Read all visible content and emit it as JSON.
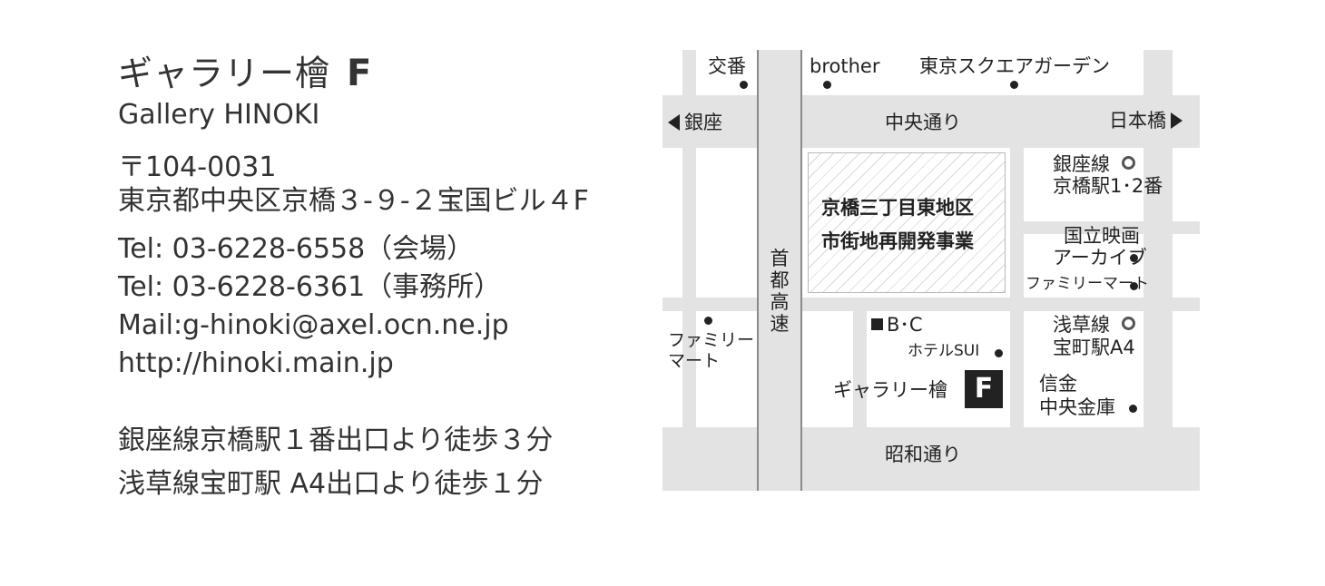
{
  "gallery": {
    "name_jp": "ギャラリー檜",
    "floor": "F",
    "name_en": "Gallery HINOKI"
  },
  "address": {
    "postal": "〒104-0031",
    "line": "東京都中央区京橋３-９-２宝国ビル４F"
  },
  "contact": {
    "tel1": "Tel: 03-6228-6558（会場）",
    "tel2": "Tel: 03-6228-6361（事務所）",
    "mail": "Mail:g-hinoki@axel.ocn.ne.jp",
    "url": "http://hinoki.main.jp"
  },
  "access": {
    "line1": "銀座線京橋駅１番出口より徒歩３分",
    "line2": "浅草線宝町駅 A4出口より徒歩１分"
  },
  "map": {
    "koban": "交番",
    "brother": "brother",
    "tokyo_square": "東京スクエアガーデン",
    "ginza": "銀座",
    "chuo_dori": "中央通り",
    "nihonbashi": "日本橋",
    "ginza_line": "銀座線",
    "kyobashi_station": "京橋駅1･2番",
    "redevelopment_1": "京橋三丁目東地区",
    "redevelopment_2": "市街地再開発事業",
    "film_archive_1": "国立映画",
    "film_archive_2": "アーカイブ",
    "familymart_right": "ファミリーマート",
    "shutoko": "首都高速",
    "familymart_left_1": "ファミリー",
    "familymart_left_2": "マート",
    "bc": "B･C",
    "hotel": "ホテルSUI",
    "gallery": "ギャラリー檜",
    "gallery_mark": "F",
    "asakusa_line": "浅草線",
    "takaracho_station": "宝町駅A4",
    "shinkin_1": "信金",
    "shinkin_2": "中央金庫",
    "showa_dori": "昭和通り"
  }
}
